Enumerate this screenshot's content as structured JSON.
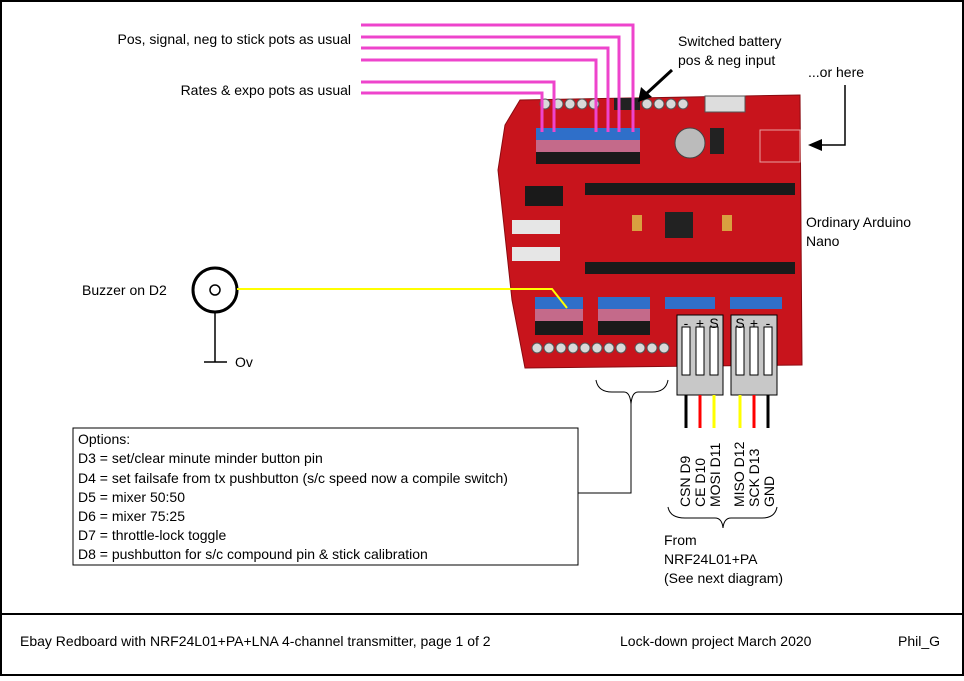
{
  "labels": {
    "stick_pots": "Pos, signal, neg to stick pots as usual",
    "rates_pots": "Rates & expo pots as usual",
    "battery_line1": "Switched battery",
    "battery_line2": "pos & neg input",
    "or_here": "...or here",
    "nano_line1": "Ordinary Arduino",
    "nano_line2": "Nano",
    "buzzer": "Buzzer on D2",
    "ground": "Ov",
    "from_line1": "From",
    "from_line2": "NRF24L01+PA",
    "from_line3": "(See next diagram)"
  },
  "connectors": {
    "left_pins": [
      "-",
      "+",
      "S"
    ],
    "right_pins": [
      "S",
      "+",
      "-"
    ],
    "wires": [
      "CSN D9",
      "CE D10",
      "MOSI D11",
      "MISO D12",
      "SCK D13",
      "GND"
    ],
    "wire_colors": [
      "#000000",
      "#ff0000",
      "#ffff00",
      "#ffff00",
      "#ff0000",
      "#000000"
    ]
  },
  "options": {
    "title": "Options:",
    "items": [
      "D3 =  set/clear minute minder button pin",
      "D4 = set failsafe from tx pushbutton (s/c speed now a compile switch)",
      "D5 = mixer 50:50",
      "D6 = mixer 75:25",
      "D7 = throttle-lock toggle",
      "D8 = pushbutton for s/c compound pin & stick calibration"
    ]
  },
  "footer": {
    "title": "Ebay Redboard with NRF24L01+PA+LNA 4-channel transmitter, page 1 of 2",
    "project": "Lock-down project March 2020",
    "author": "Phil_G"
  },
  "colors": {
    "pot_wire": "#ee44cc",
    "buzzer_wire": "#ffff00",
    "board": "#c8141c"
  }
}
